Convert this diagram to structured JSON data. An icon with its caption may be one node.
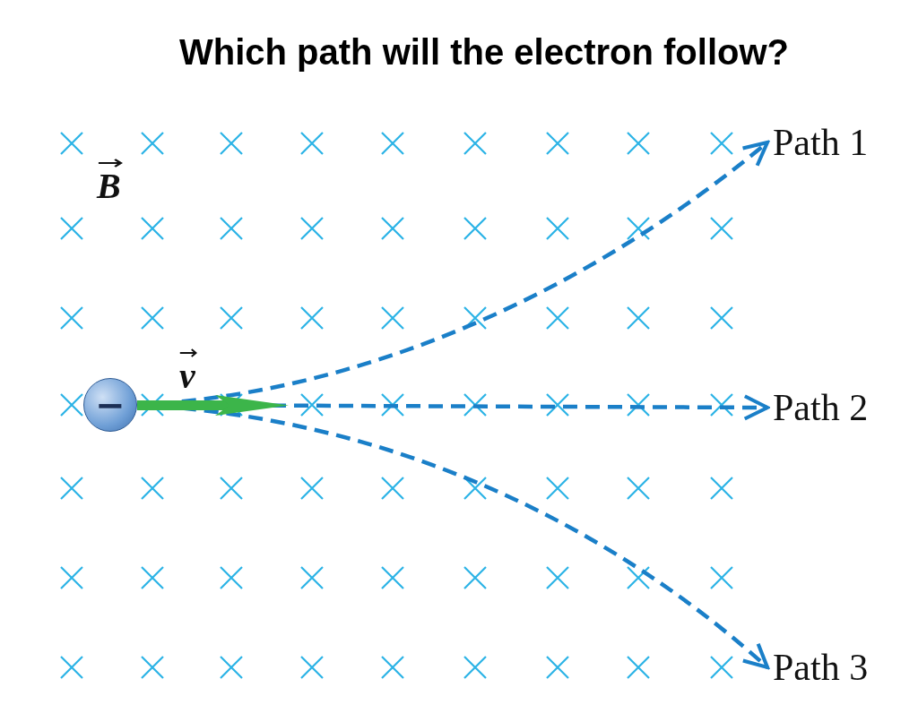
{
  "diagram": {
    "title": "Which path will the electron follow?",
    "nodes": [
      {
        "text": [
          "−"
        ]
      },
      {
        "text": [
          "Path 1"
        ]
      },
      {
        "text": [
          "Path 2"
        ]
      },
      {
        "text": [
          "Path 3"
        ]
      }
    ],
    "edges": [
      {
        "from": 0,
        "to": 1,
        "arrow": "to",
        "style": "dashed"
      },
      {
        "from": 0,
        "to": 2,
        "arrow": "to",
        "style": "dashed"
      },
      {
        "from": 0,
        "to": 3,
        "arrow": "to",
        "style": "dashed"
      }
    ],
    "labels": [
      "B",
      "v"
    ]
  }
}
